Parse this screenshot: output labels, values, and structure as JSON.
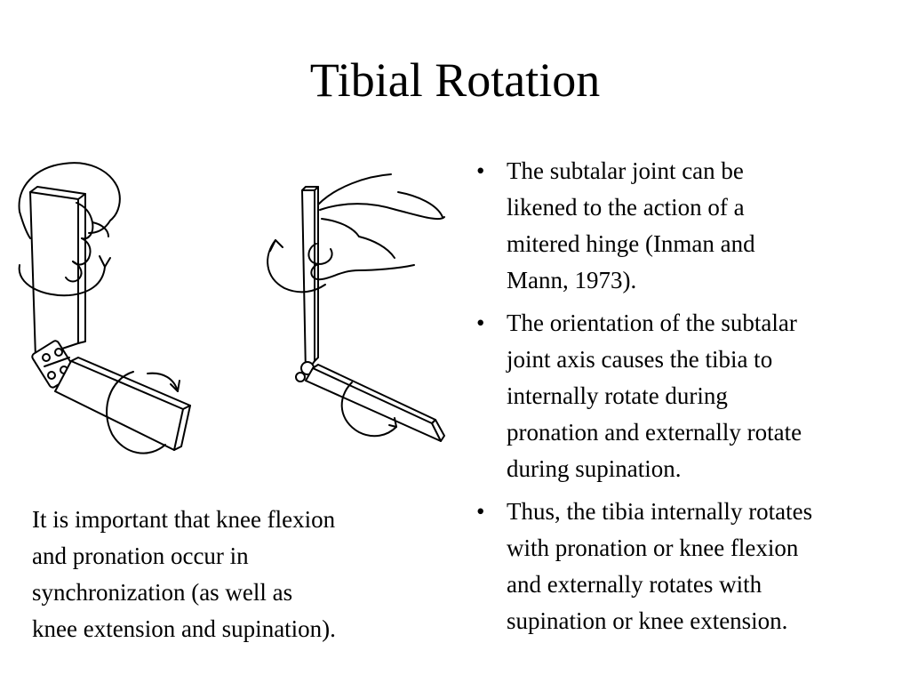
{
  "slide": {
    "title": "Tibial Rotation",
    "caption_lines": [
      "It is important that knee flexion",
      "and pronation occur in",
      "synchronization (as well as",
      "knee extension and supination)."
    ],
    "bullet_glyph": "•",
    "bullets": [
      {
        "lines": [
          "The subtalar joint can be",
          "likened to the action of a",
          "mitered hinge (Inman and",
          "Mann, 1973)."
        ]
      },
      {
        "lines": [
          "The orientation of the subtalar",
          "joint axis causes the tibia to",
          "internally rotate during",
          "pronation and externally rotate",
          "during supination."
        ]
      },
      {
        "lines": [
          "Thus, the tibia internally rotates",
          "with pronation or knee flexion",
          "and externally rotates with",
          "supination or knee extension."
        ]
      }
    ]
  },
  "figure": {
    "icon": "mitered-hinge-illustration",
    "colors": {
      "stroke": "#000000",
      "fill": "#ffffff"
    }
  }
}
